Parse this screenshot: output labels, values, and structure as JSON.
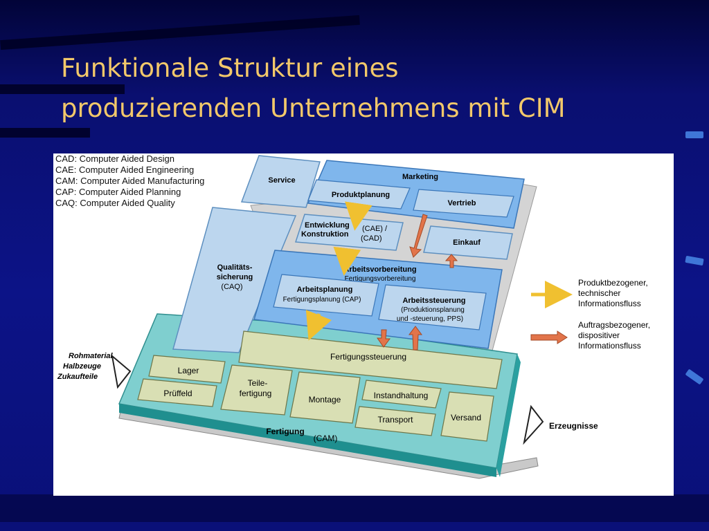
{
  "slide": {
    "title_line1": "Funktionale Struktur eines",
    "title_line2": "produzierenden Unternehmens mit CIM"
  },
  "abbreviations": [
    "CAD: Computer Aided Design",
    "CAE: Computer Aided Engineering",
    "CAM: Computer Aided Manufacturing",
    "CAP: Computer Aided Planning",
    "CAQ: Computer Aided Quality"
  ],
  "diagram": {
    "service": "Service",
    "marketing": "Marketing",
    "produktplanung": "Produktplanung",
    "vertrieb": "Vertrieb",
    "entwicklung": "Entwicklung",
    "entwicklung_cae": "(CAE) /",
    "konstruktion": "Konstruktion",
    "konstruktion_cad": "(CAD)",
    "einkauf": "Einkauf",
    "qualitaet_1": "Qualitäts-",
    "qualitaet_2": "sicherung",
    "qualitaet_3": "(CAQ)",
    "arbeitsvorbereitung": "Arbeitsvorbereitung",
    "fertigungsvorbereitung": "Fertigungsvorbereitung",
    "arbeitsplanung": "Arbeitsplanung",
    "arbeitsplanung_sub": "Fertigungsplanung (CAP)",
    "arbeitssteuerung": "Arbeitssteuerung",
    "arbeitssteuerung_sub1": "(Produktionsplanung",
    "arbeitssteuerung_sub2": "und -steuerung, PPS)",
    "fertigungssteuerung": "Fertigungssteuerung",
    "lager": "Lager",
    "pruefeld": "Prüffeld",
    "teilefertigung_1": "Teile-",
    "teilefertigung_2": "fertigung",
    "montage": "Montage",
    "instandhaltung": "Instandhaltung",
    "transport": "Transport",
    "versand": "Versand",
    "fertigung": "Fertigung",
    "fertigung_cam": "(CAM)",
    "input_1": "Rohmaterial",
    "input_2": "Halbzeuge",
    "input_3": "Zukaufteile",
    "output": "Erzeugnisse"
  },
  "legend": {
    "yellow_1": "Produktbezogener,",
    "yellow_2": "technischer",
    "yellow_3": "Informationsfluss",
    "orange_1": "Auftragsbezogener,",
    "orange_2": "dispositiver",
    "orange_3": "Informationsfluss"
  },
  "colors": {
    "background": "#0a0f6e",
    "title": "#f2c86a",
    "blue_box": "#7fb6ec",
    "light_box": "#bcd6ee",
    "teal": "#7fcfcf",
    "olive_box": "#d9dfb4",
    "yellow_arrow": "#f0c030",
    "orange_arrow": "#e2744a"
  }
}
